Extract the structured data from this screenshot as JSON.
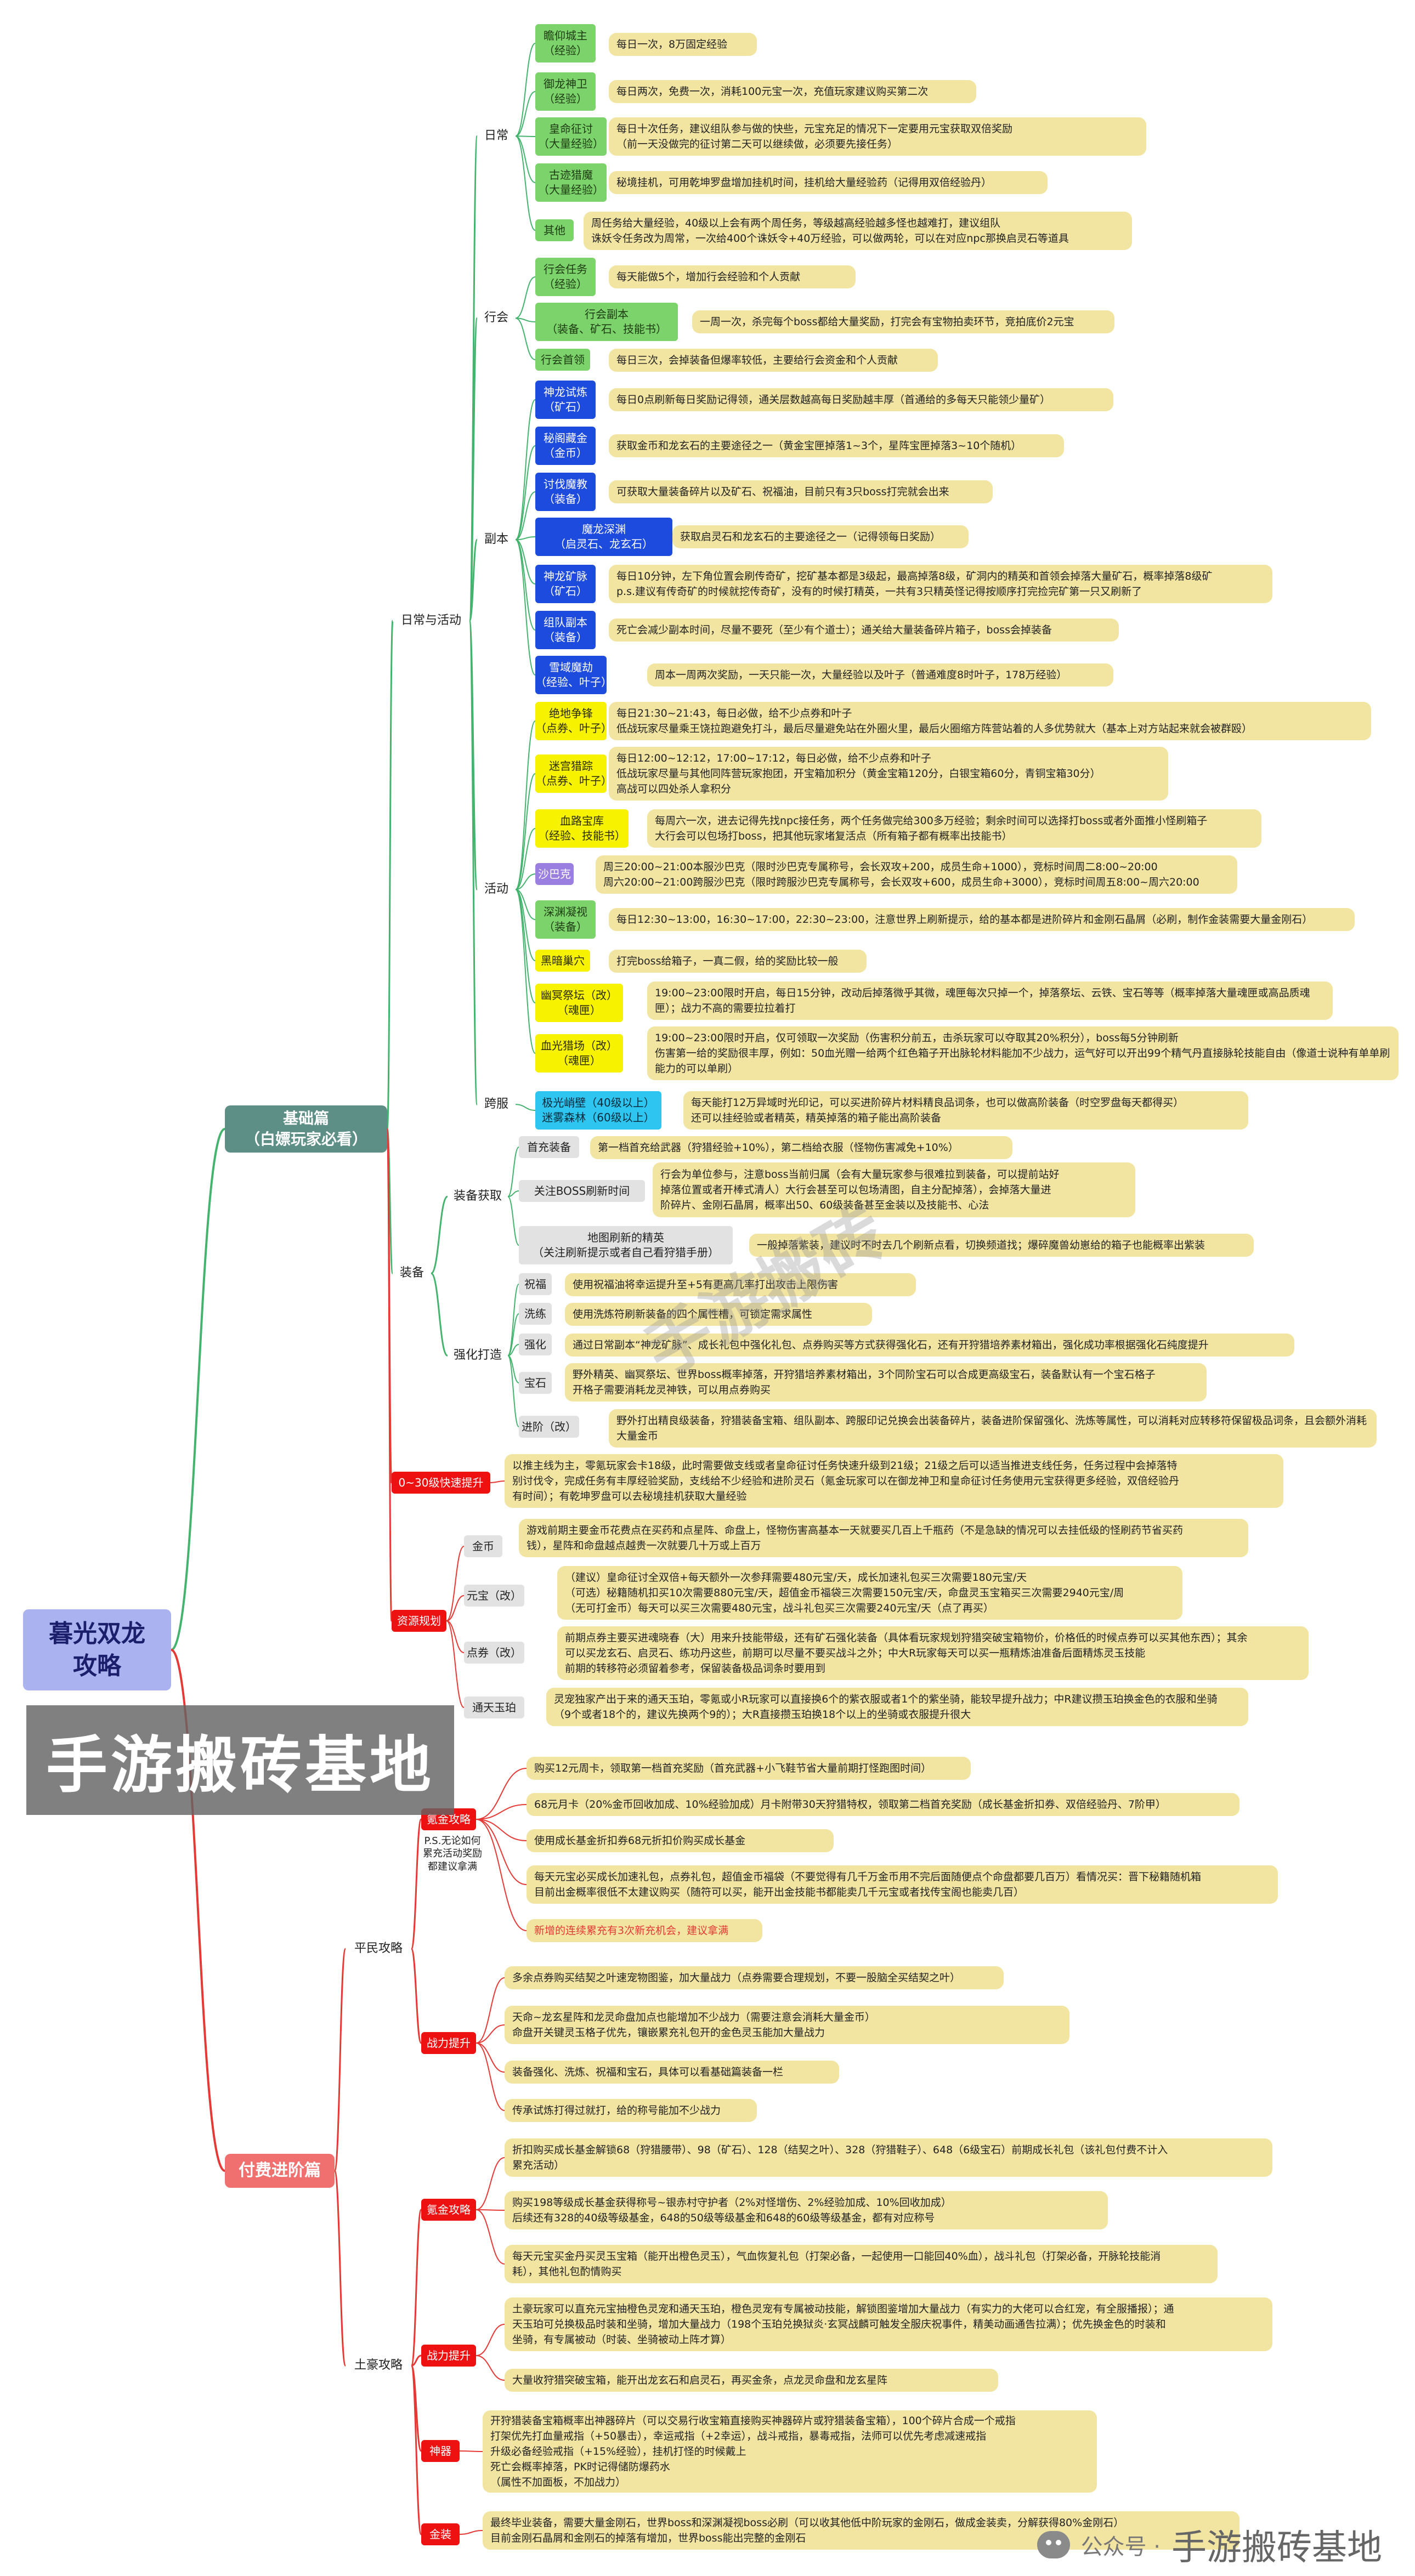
{
  "root": "暮光双龙\n攻略",
  "sections": {
    "basic": "基础篇\n（白嫖玩家必看）",
    "paid": "付费进阶篇"
  },
  "categories": {
    "daily_activity": "日常与活动",
    "daily": "日常",
    "guild": "行会",
    "dungeon": "副本",
    "activity": "活动",
    "cross_server": "跨服",
    "equipment": "装备",
    "equip_get": "装备获取",
    "strengthen": "强化打造",
    "fast_level": "0~30级快速提升",
    "resource": "资源规划",
    "civilian": "平民攻略",
    "rich": "土豪攻略",
    "battle_power_1": "战力提升",
    "battle_power_2": "战力提升",
    "fund_1": "氪金攻略",
    "fund_2": "氪金攻略",
    "artifact": "神器",
    "gold_equip": "金装"
  },
  "nodes": {
    "d1": "瞻仰城主\n（经验）",
    "d2": "御龙神卫\n（经验）",
    "d3": "皇命征讨\n（大量经验）",
    "d4": "古迹猎魔\n（大量经验）",
    "d5": "其他",
    "g1": "行会任务\n（经验）",
    "g2": "行会副本\n（装备、矿石、技能书）",
    "g3": "行会首领",
    "f1": "神龙试炼\n（矿石）",
    "f2": "秘阁藏金\n（金币）",
    "f3": "讨伐魔教\n（装备）",
    "f4": "魔龙深渊\n（启灵石、龙玄石）",
    "f5": "神龙矿脉\n（矿石）",
    "f6": "组队副本\n（装备）",
    "f7": "雪域魔劫\n（经验、叶子）",
    "a1": "绝地争锋\n（点券、叶子）",
    "a2": "迷宫猎踪\n（点券、叶子）",
    "a3": "血路宝库\n（经验、技能书）",
    "a4": "沙巴克",
    "a5": "深渊凝视\n（装备）",
    "a6": "黑暗巢穴",
    "a7": "幽冥祭坛（改）\n（魂匣）",
    "a8": "血光猎场（改）\n（魂匣）",
    "c1": "极光峭壁（40级以上）\n迷雾森林（60级以上）",
    "e1": "首充装备",
    "e2": "关注BOSS刷新时间",
    "e3": "地图刷新的精英\n（关注刷新提示或者自己看狩猎手册）",
    "s1": "祝福",
    "s2": "洗练",
    "s3": "强化",
    "s4": "宝石",
    "s5": "进阶（改）",
    "r1": "金币",
    "r2": "元宝（改）",
    "r3": "点券（改）",
    "r4": "通天玉珀",
    "p1": "氪金攻略",
    "p1note": "P.S.无论如何\n累充活动奖励\n都建议拿满"
  },
  "notes": {
    "d1": "每日一次，8万固定经验",
    "d2": "每日两次，免费一次，消耗100元宝一次，充值玩家建议购买第二次",
    "d3": "每日十次任务，建议组队参与做的快些，元宝充足的情况下一定要用元宝获取双倍奖励\n（前一天没做完的征讨第二天可以继续做，必须要先接任务）",
    "d4": "秘境挂机，可用乾坤罗盘增加挂机时间，挂机给大量经验药（记得用双倍经验丹）",
    "d5": "周任务给大量经验，40级以上会有两个周任务，等级越高经验越多怪也越难打，建议组队\n诛妖令任务改为周常，一次给400个诛妖令+40万经验，可以做两轮，可以在对应npc那换启灵石等道具",
    "g1": "每天能做5个，增加行会经验和个人贡献",
    "g2": "一周一次，杀完每个boss都给大量奖励，打完会有宝物拍卖环节，竞拍底价2元宝",
    "g3": "每日三次，会掉装备但爆率较低，主要给行会资金和个人贡献",
    "f1": "每日0点刷新每日奖励记得领，通关层数越高每日奖励越丰厚（首通给的多每天只能领少量矿）",
    "f2": "获取金币和龙玄石的主要途径之一（黄金宝匣掉落1~3个，星阵宝匣掉落3~10个随机）",
    "f3": "可获取大量装备碎片以及矿石、祝福油，目前只有3只boss打完就会出来",
    "f4": "获取启灵石和龙玄石的主要途径之一（记得领每日奖励）",
    "f5": "每日10分钟，左下角位置会刷传奇矿，挖矿基本都是3级起，最高掉落8级，矿洞内的精英和首领会掉落大量矿石，概率掉落8级矿\np.s.建议有传奇矿的时候就挖传奇矿，没有的时候打精英，一共有3只精英怪记得按顺序打完捡完矿第一只又刷新了",
    "f6": "死亡会减少副本时间，尽量不要死（至少有个道士）；通关给大量装备碎片箱子，boss会掉装备",
    "f7": "周本一周两次奖励，一天只能一次，大量经验以及叶子（普通难度8时叶子，178万经验）",
    "a1": "每日21:30~21:43，每日必做，给不少点券和叶子\n低战玩家尽量乘王饶拉跑避免打斗，最后尽量避免站在外圈火里，最后火圈缩方阵营站着的人多优势就大（基本上对方站起来就会被群殴）",
    "a2": "每日12:00~12:12，17:00~17:12，每日必做，给不少点券和叶子\n低战玩家尽量与其他同阵营玩家抱团，开宝箱加积分（黄金宝箱120分，白银宝箱60分，青铜宝箱30分）\n高战可以四处杀人拿积分",
    "a3": "每周六一次，进去记得先找npc接任务，两个任务做完给300多万经验；剩余时间可以选择打boss或者外面推小怪刷箱子\n大行会可以包场打boss，把其他玩家堵复活点（所有箱子都有概率出技能书）",
    "a4": "周三20:00~21:00本服沙巴克（限时沙巴克专属称号，会长双攻+200，成员生命+1000），竞标时间周二8:00~20:00\n周六20:00~21:00跨服沙巴克（限时跨服沙巴克专属称号，会长双攻+600，成员生命+3000），竞标时间周五8:00~周六20:00",
    "a5": "每日12:30~13:00，16:30~17:00，22:30~23:00，注意世界上刷新提示，给的基本都是进阶碎片和金刚石晶屑（必刷，制作金装需要大量金刚石）",
    "a6": "打完boss给箱子，一真二假，给的奖励比较一般",
    "a7": "19:00~23:00限时开启，每日15分钟，改动后掉落微乎其微，魂匣每次只掉一个，掉落祭坛、云铁、宝石等等（概率掉落大量魂匣或高品质魂匣）；战力不高的需要拉拉着打",
    "a8": "19:00~23:00限时开启，仅可领取一次奖励（伤害积分前五，击杀玩家可以夺取其20%积分），boss每5分钟刷新\n伤害第一给的奖励很丰厚，例如：50血光赠一给两个红色箱子开出脉轮材料能加不少战力，运气好可以开出99个精气丹直接脉轮技能自由（像道士说种有单单刷能力的可以单刷）",
    "c1": "每天能打12万异域时光印记，可以买进阶碎片材料精良品词条，也可以做高阶装备（时空罗盘每天都得买）\n还可以挂经验或者精英，精英掉落的箱子能出高阶装备",
    "e1": "第一档首充给武器（狩猎经验+10%），第二档给衣服（怪物伤害减免+10%）",
    "e2": "行会为单位参与，注意boss当前归属（会有大量玩家参与很难拉到装备，可以提前站好\n掉落位置或者开棒式清人）大行会甚至可以包场清图，自主分配掉落），会掉落大量进\n阶碎片、金刚石晶屑，概率出50、60级装备甚至金装以及技能书、心法",
    "e3": "一般掉落紫装，建议时不时去几个刷新点看，切换频道找；爆碎魔兽幼崽给的箱子也能概率出紫装",
    "s1": "使用祝福油将幸运提升至+5有更高几率打出攻击上限伤害",
    "s2": "使用洗炼符刷新装备的四个属性槽，可锁定需求属性",
    "s3": "通过日常副本“神龙矿脉”、成长礼包中强化礼包、点券购买等方式获得强化石，还有开狩猎培养素材箱出，强化成功率根据强化石纯度提升",
    "s4": "野外精英、幽冥祭坛、世界boss概率掉落，开狩猎培养素材箱出，3个同阶宝石可以合成更高级宝石，装备默认有一个宝石格子\n开格子需要消耗龙灵神铁，可以用点券购买",
    "s5": "野外打出精良级装备，狩猎装备宝箱、组队副本、跨服印记兑换会出装备碎片，装备进阶保留强化、洗炼等属性，可以消耗对应转移符保留极品词条，且会额外消耗大量金币",
    "fast": "以推主线为主，零氪玩家会卡18级，此时需要做支线或者皇命征讨任务快速升级到21级；21级之后可以适当推进支线任务，任务过程中会掉落特\n别讨伐令，完成任务有丰厚经验奖励，支线给不少经验和进阶灵石（氪金玩家可以在御龙神卫和皇命征讨任务使用元宝获得更多经验，双倍经验丹\n有时间）；有乾坤罗盘可以去秘境挂机获取大量经验",
    "r1": "游戏前期主要金币花费点在买药和点星阵、命盘上，怪物伤害高基本一天就要买几百上千瓶药（不是急缺的情况可以去挂低级的怪刷药节省买药\n钱），星阵和命盘越点越贵一次就要几十万或上百万",
    "r2": "（建议）皇命征讨全双倍+每天额外一次参拜需要480元宝/天，成长加速礼包买三次需要180元宝/天\n（可选）秘籍随机扣买10次需要880元宝/天，超值金币福袋三次需要150元宝/天，命盘灵玉宝箱买三次需要2940元宝/周\n（无可打金币）每天可以买三次需要480元宝，战斗礼包买三次需要240元宝/天（点了再买）",
    "r3": "前期点券主要买进魂晓春（大）用来升技能带级，还有矿石强化装备（具体看玩家规划狩猎突破宝箱物价，价格低的时候点券可以买其他东西）；其余\n可以买龙玄石、启灵石、练功丹这些，前期可以尽量不要买战斗之外；中大R玩家每天可以买一瓶精炼油准备后面精炼灵玉技能\n前期的转移符必须留着参考，保留装备极品词条时要用到",
    "r4": "灵宠独家产出于来的通天玉珀，零氪或小R玩家可以直接换6个的紫衣服或者1个的紫坐骑，能较早提升战力；中R建议攒玉珀换金色的衣服和坐骑\n（9个或者18个的，建议先换两个9的）；大R直接攒玉珀换18个以上的坐骑或衣服提升很大",
    "p1a": "购买12元周卡，领取第一档首充奖励（首充武器+小飞鞋节省大量前期打怪跑图时间）",
    "p1b": "68元月卡（20%金币回收加成、10%经验加成）月卡附带30天狩猎特权，领取第二档首充奖励（成长基金折扣券、双倍经验丹、7阶甲）",
    "p1c": "使用成长基金折扣券68元折扣价购买成长基金",
    "p1d": "每天元宝必买成长加速礼包，点券礼包，超值金币福袋（不要觉得有几千万金币用不完后面随便点个命盘都要几百万）看情况买：晋下秘籍随机箱\n目前出金概率很低不太建议购买（随符可以买，能开出金技能书都能卖几千元宝或者找传宝阁也能卖几百）",
    "p1e": "新增的连续累充有3次新充机会，建议拿满",
    "p2a": "多余点券购买结契之叶速宠物图鉴，加大量战力（点券需要合理规划，不要一股脑全买结契之叶）",
    "p2b": "天命~龙玄星阵和龙灵命盘加点也能增加不少战力（需要注意会消耗大量金币）\n命盘开关键灵玉格子优先，镶嵌累充礼包开的金色灵玉能加大量战力",
    "p2c": "装备强化、洗炼、祝福和宝石，具体可以看基础篇装备一栏",
    "p2d": "传承试炼打得过就打，给的称号能加不少战力",
    "q1a": "折扣购买成长基金解锁68（狩猎腰带）、98（矿石）、128（结契之叶）、328（狩猎鞋子）、648（6级宝石）前期成长礼包（该礼包付费不计入\n累充活动）",
    "q1b": "购买198等级成长基金获得称号~银赤村守护者（2%对怪增伤、2%经验加成、10%回收加成）\n后续还有328的40级等级基金，648的50级等级基金和648的60级等级基金，都有对应称号",
    "q1c": "每天元宝买金丹买灵玉宝箱（能开出橙色灵玉），气血恢复礼包（打架必备，一起使用一口能回40%血），战斗礼包（打架必备，开脉轮技能消\n耗），其他礼包酌情购买",
    "q2a": "土豪玩家可以直充元宝抽橙色灵宠和通天玉珀，橙色灵宠有专属被动技能，解锁图鉴增加大量战力（有实力的大佬可以合红宠，有全服播报）；通\n天玉珀可兑换极品时装和坐骑，增加大量战力（198个玉珀兑换狱炎·玄冥战麟可触发全服庆祝事件，精美动画通告拉满）；优先换金色的时装和\n坐骑，有专属被动（时装、坐骑被动上阵才算）",
    "q2b": "大量收狩猎突破宝箱，能开出龙玄石和启灵石，再买金条，点龙灵命盘和龙玄星阵",
    "q3": "开狩猎装备宝箱概率出神器碎片（可以交易行收宝箱直接购买神器碎片或狩猎装备宝箱），100个碎片合成一个戒指\n打架优先打血量戒指（+50暴击），幸运戒指（+2幸运），战斗戒指，暴毒戒指，法师可以优先考虑减速戒指\n升级必备经验戒指（+15%经验），挂机打怪的时候戴上\n死亡会概率掉落，PK时记得储防爆药水\n（属性不加面板，不加战力）",
    "q4": "最终毕业装备，需要大量金刚石，世界boss和深渊凝视boss必刷（可以收其他低中阶玩家的金刚石，做成金装卖，分解获得80%金刚石）\n目前金刚石晶屑和金刚石的掉落有增加，世界boss能出完整的金刚石"
  },
  "overlays": {
    "brand": "手游搬砖基地",
    "watermark": "手游搬砖",
    "footer_prefix": "公众号 ·",
    "footer_name": "手游搬砖基地"
  },
  "colors": {
    "edge_green": "#44b36e",
    "edge_red": "#e53935",
    "note_bg": "#f2e5a2"
  }
}
